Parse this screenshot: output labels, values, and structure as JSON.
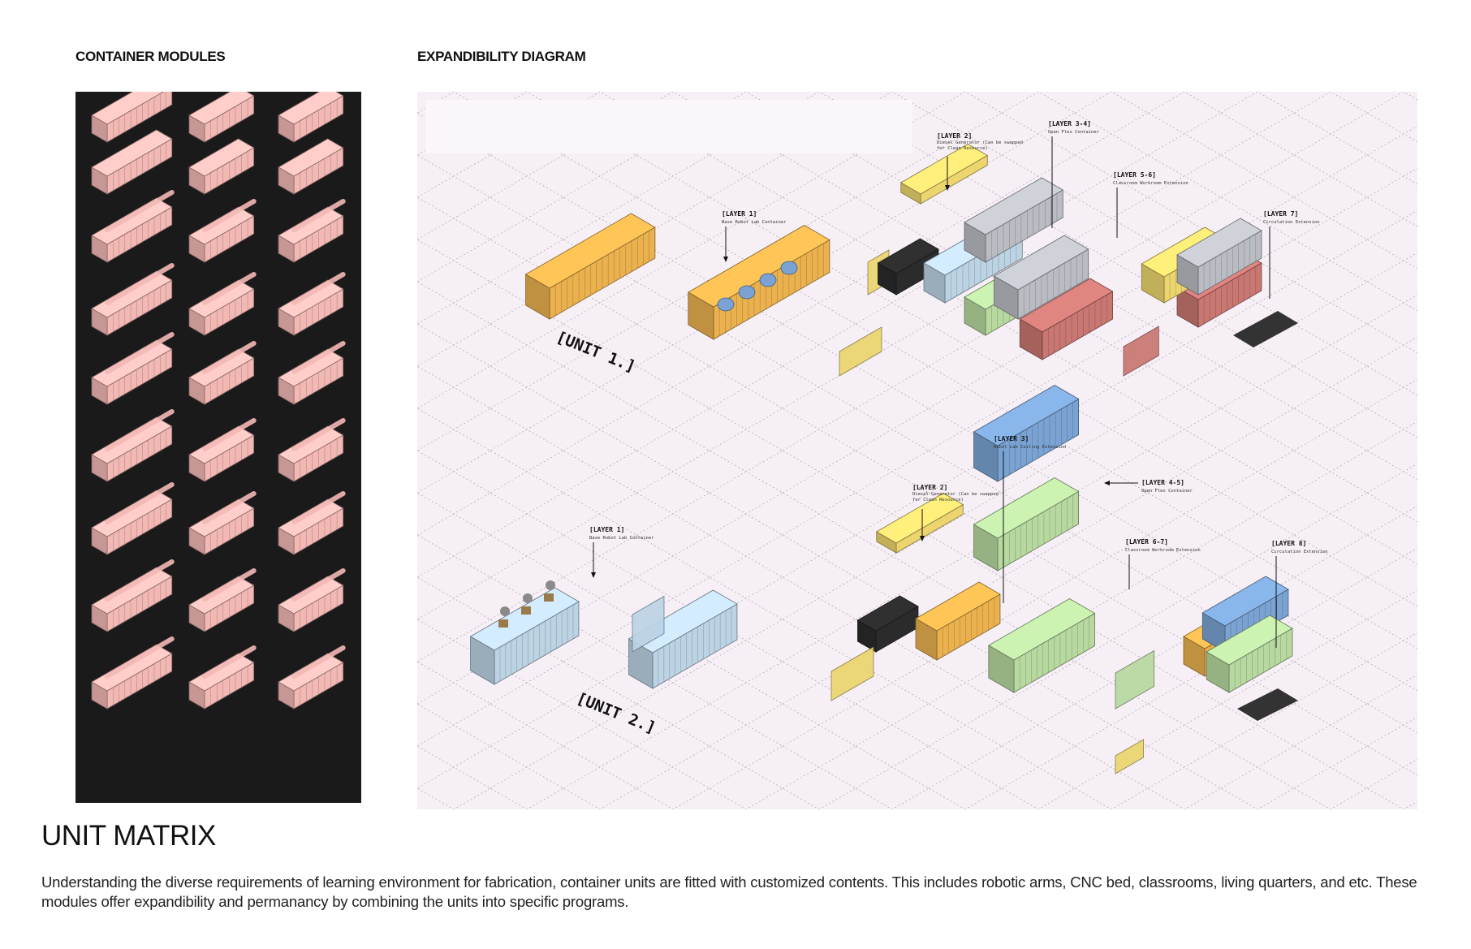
{
  "headings": {
    "modules": "CONTAINER MODULES",
    "diagram": "EXPANDIBILITY DIAGRAM"
  },
  "colors": {
    "module_panel_bg": "#1b1a1b",
    "module_pink": "#f2b8b4",
    "diagram_bg": "#f6eff5",
    "orange": "#eab14e",
    "yellow": "#ecd56e",
    "blue": "#7aa3d3",
    "light_blue": "#bcd3e4",
    "grey": "#b9bcc2",
    "green": "#b7d9a0",
    "red": "#c97772"
  },
  "diagram": {
    "unit1": {
      "tag": "[UNIT 1.]",
      "layers": [
        {
          "label": "[LAYER 1]",
          "desc": "Base Robot Lab Container"
        },
        {
          "label": "[LAYER 2]",
          "desc": "Diesel Generator (Can be swapped for Clean Resource)"
        },
        {
          "label": "[LAYER 3-4]",
          "desc": "Open Flex Container"
        },
        {
          "label": "[LAYER 5-6]",
          "desc": "Classroom Workroom Extension"
        },
        {
          "label": "[LAYER 7]",
          "desc": "Circulation Extension"
        }
      ]
    },
    "unit2": {
      "tag": "[UNIT 2.]",
      "layers": [
        {
          "label": "[LAYER 1]",
          "desc": "Base Robot Lab Container"
        },
        {
          "label": "[LAYER 2]",
          "desc": "Diesel Generator (Can be swapped for Clean Resource)"
        },
        {
          "label": "[LAYER 3]",
          "desc": "Robot Lab Ceiling Extension"
        },
        {
          "label": "[LAYER 4-5]",
          "desc": "Open Flex Container"
        },
        {
          "label": "[LAYER 6-7]",
          "desc": "Classroom Workroom Extension"
        },
        {
          "label": "[LAYER 8]",
          "desc": "Circulation Extension"
        }
      ]
    }
  },
  "title": "UNIT MATRIX",
  "description": " Understanding the diverse requirements of learning environment for fabrication, container units are fitted with customized contents. This includes robotic arms, CNC bed, classrooms, living quarters, and etc. These modules offer expandibility and permanancy by combining the units into specific programs."
}
